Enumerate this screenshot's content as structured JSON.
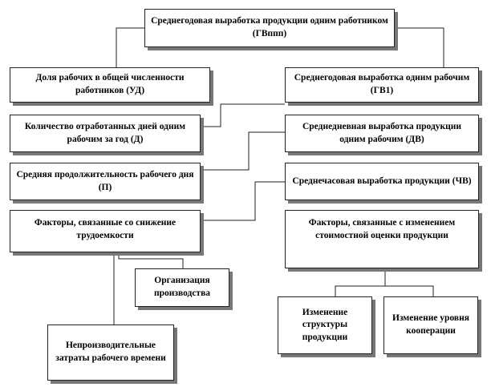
{
  "nodes": {
    "root": "Среднегодовая выработка продукции одним работником (ГВппп)",
    "ud": "Доля рабочих в общей численности работников (УД)",
    "gv1": "Среднегодовая выработка одним рабочим (ГВ1)",
    "d": "Количество отработанных дней одним рабочим за год (Д)",
    "dv": "Среднедневная выработка продукции одним рабочим (ДВ)",
    "p": "Средняя продолжительность рабочего дня (П)",
    "chv": "Среднечасовая выработка продукции (ЧВ)",
    "labor": "Факторы, связанные со снижение трудоемкости",
    "cost": "Факторы, связанные с изменением стоимостной оценки продукции",
    "org": "Организация производства",
    "nonprod": "Непроизводительные затраты рабочего времени",
    "struct": "Изменение структуры продукции",
    "coop": "Изменение уровня кооперации"
  }
}
